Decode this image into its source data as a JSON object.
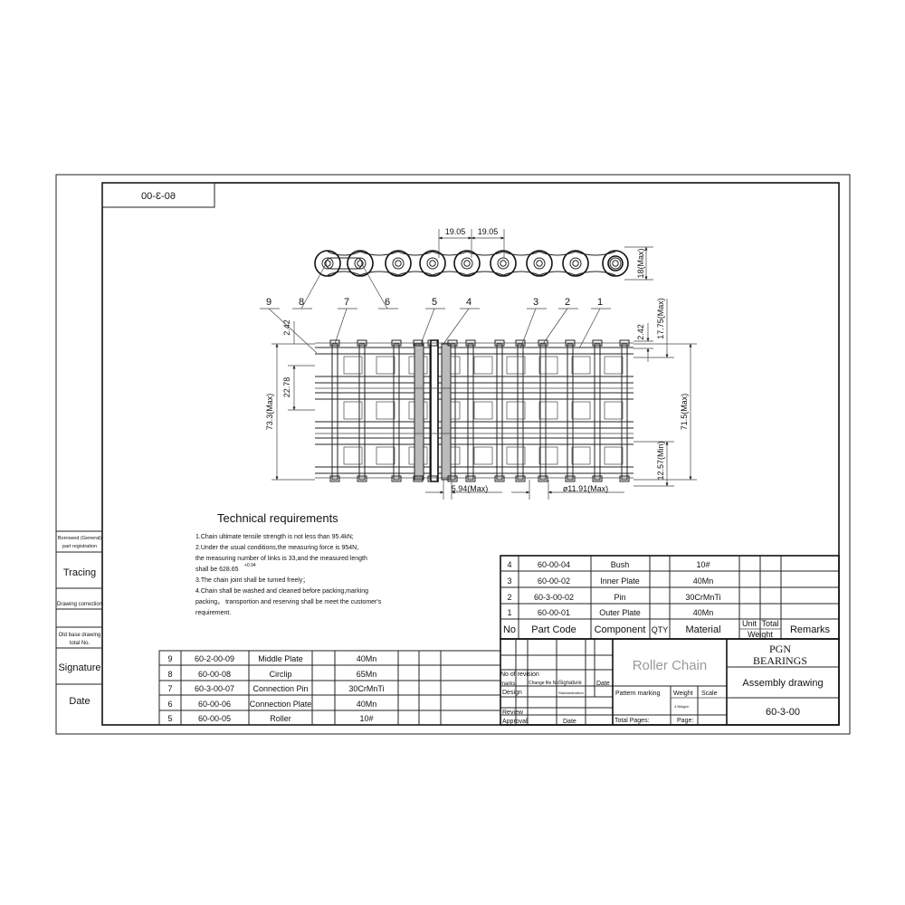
{
  "drawing_code_mirrored": "60-3-00",
  "top_view": {
    "pitch_1": "19.05",
    "pitch_2": "19.05",
    "height": "18(Max)"
  },
  "callouts": [
    "9",
    "8",
    "7",
    "6",
    "5",
    "4",
    "3",
    "2",
    "1"
  ],
  "dims": {
    "d_242_left": "2.42",
    "d_2278": "22.78",
    "d_733": "73.3(Max)",
    "d_242_right": "2.42",
    "d_1775": "17.75(Max)",
    "d_715": "71.5(Max)",
    "d_1257": "12.57(Min)",
    "d_594": "5.94(Max)",
    "d_1191": "ø11.91(Max)"
  },
  "tech": {
    "title": "Technical requirements",
    "lines": [
      "1.Chain ultimate tensile strength is not less than 95.4kN;",
      "2.Under the usual conditions,the measuring force is 954N,",
      "  the measuring number of links is 33,and the measured length",
      "  shall be 628.65",
      "3.The chain joint shall be turned freely；",
      "4.Chain shall be washed and cleaned before packing,marking",
      "  packing， transportion and reserving shall be meet the customer's",
      "  requirement."
    ],
    "tolerance": "+0.94"
  },
  "side_column": {
    "borrowed": "Borrowed (General)",
    "part_reg": "part registration",
    "tracing": "Tracing",
    "drawing_correction": "Drawing correction",
    "old_base": "Old base drawing",
    "total_no": "total No.",
    "signature": "Signature",
    "date": "Date"
  },
  "bom_right": [
    {
      "no": "4",
      "code": "60-00-04",
      "name": "Bush",
      "mat": "10#"
    },
    {
      "no": "3",
      "code": "60-00-02",
      "name": "Inner Plate",
      "mat": "40Mn"
    },
    {
      "no": "2",
      "code": "60-3-00-02",
      "name": "Pin",
      "mat": "30CrMnTi"
    },
    {
      "no": "1",
      "code": "60-00-01",
      "name": "Outer Plate",
      "mat": "40Mn"
    }
  ],
  "bom_header": {
    "no": "No",
    "code": "Part Code",
    "component": "Component",
    "qty": "QTY",
    "material": "Material",
    "unit": "Unit",
    "total": "Total",
    "weight": "Weight",
    "remarks": "Remarks"
  },
  "bom_left": [
    {
      "no": "9",
      "code": "60-2-00-09",
      "name": "Middle Plate",
      "mat": "40Mn"
    },
    {
      "no": "8",
      "code": "60-00-08",
      "name": "Circlip",
      "mat": "65Mn"
    },
    {
      "no": "7",
      "code": "60-3-00-07",
      "name": "Connection Pin",
      "mat": "30CrMnTi"
    },
    {
      "no": "6",
      "code": "60-00-06",
      "name": "Connection Plate",
      "mat": "40Mn"
    },
    {
      "no": "5",
      "code": "60-00-05",
      "name": "Roller",
      "mat": "10#"
    }
  ],
  "title_block": {
    "part_name": "Roller Chain",
    "company_1": "PGN",
    "company_2": "BEARINGS",
    "drawing_type": "Assembly drawing",
    "drawing_no": "60-3-00",
    "no_revision": "No of revision",
    "marks": "marks",
    "change_file": "Change file No.",
    "signature": "Signature",
    "date": "Date",
    "design": "Design",
    "standardization": "Standardization",
    "review": "Review",
    "approval": "Approval",
    "approval_date": "Date",
    "pattern_marking": "Pattern marking",
    "weight": "Weight",
    "scale": "Scale",
    "weight_value": "4.56kg/m",
    "total_pages": "Total Pages:",
    "page": "Page:"
  }
}
